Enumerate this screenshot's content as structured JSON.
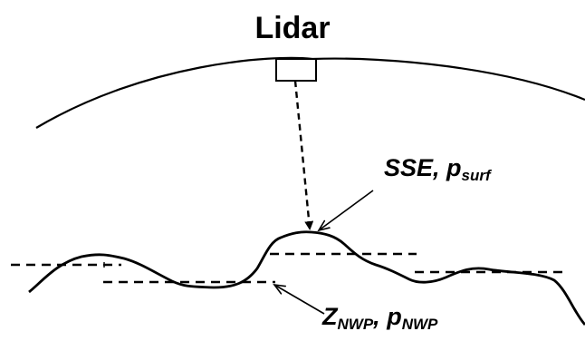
{
  "title": "Lidar",
  "surface_label": {
    "main": "SSE, p",
    "sub": "surf"
  },
  "nwp_label": {
    "z_main": "Z",
    "z_sub": "NWP",
    "separator": ", ",
    "p_main": "p",
    "p_sub": "NWP"
  },
  "colors": {
    "stroke": "#000000",
    "background": "#ffffff"
  }
}
